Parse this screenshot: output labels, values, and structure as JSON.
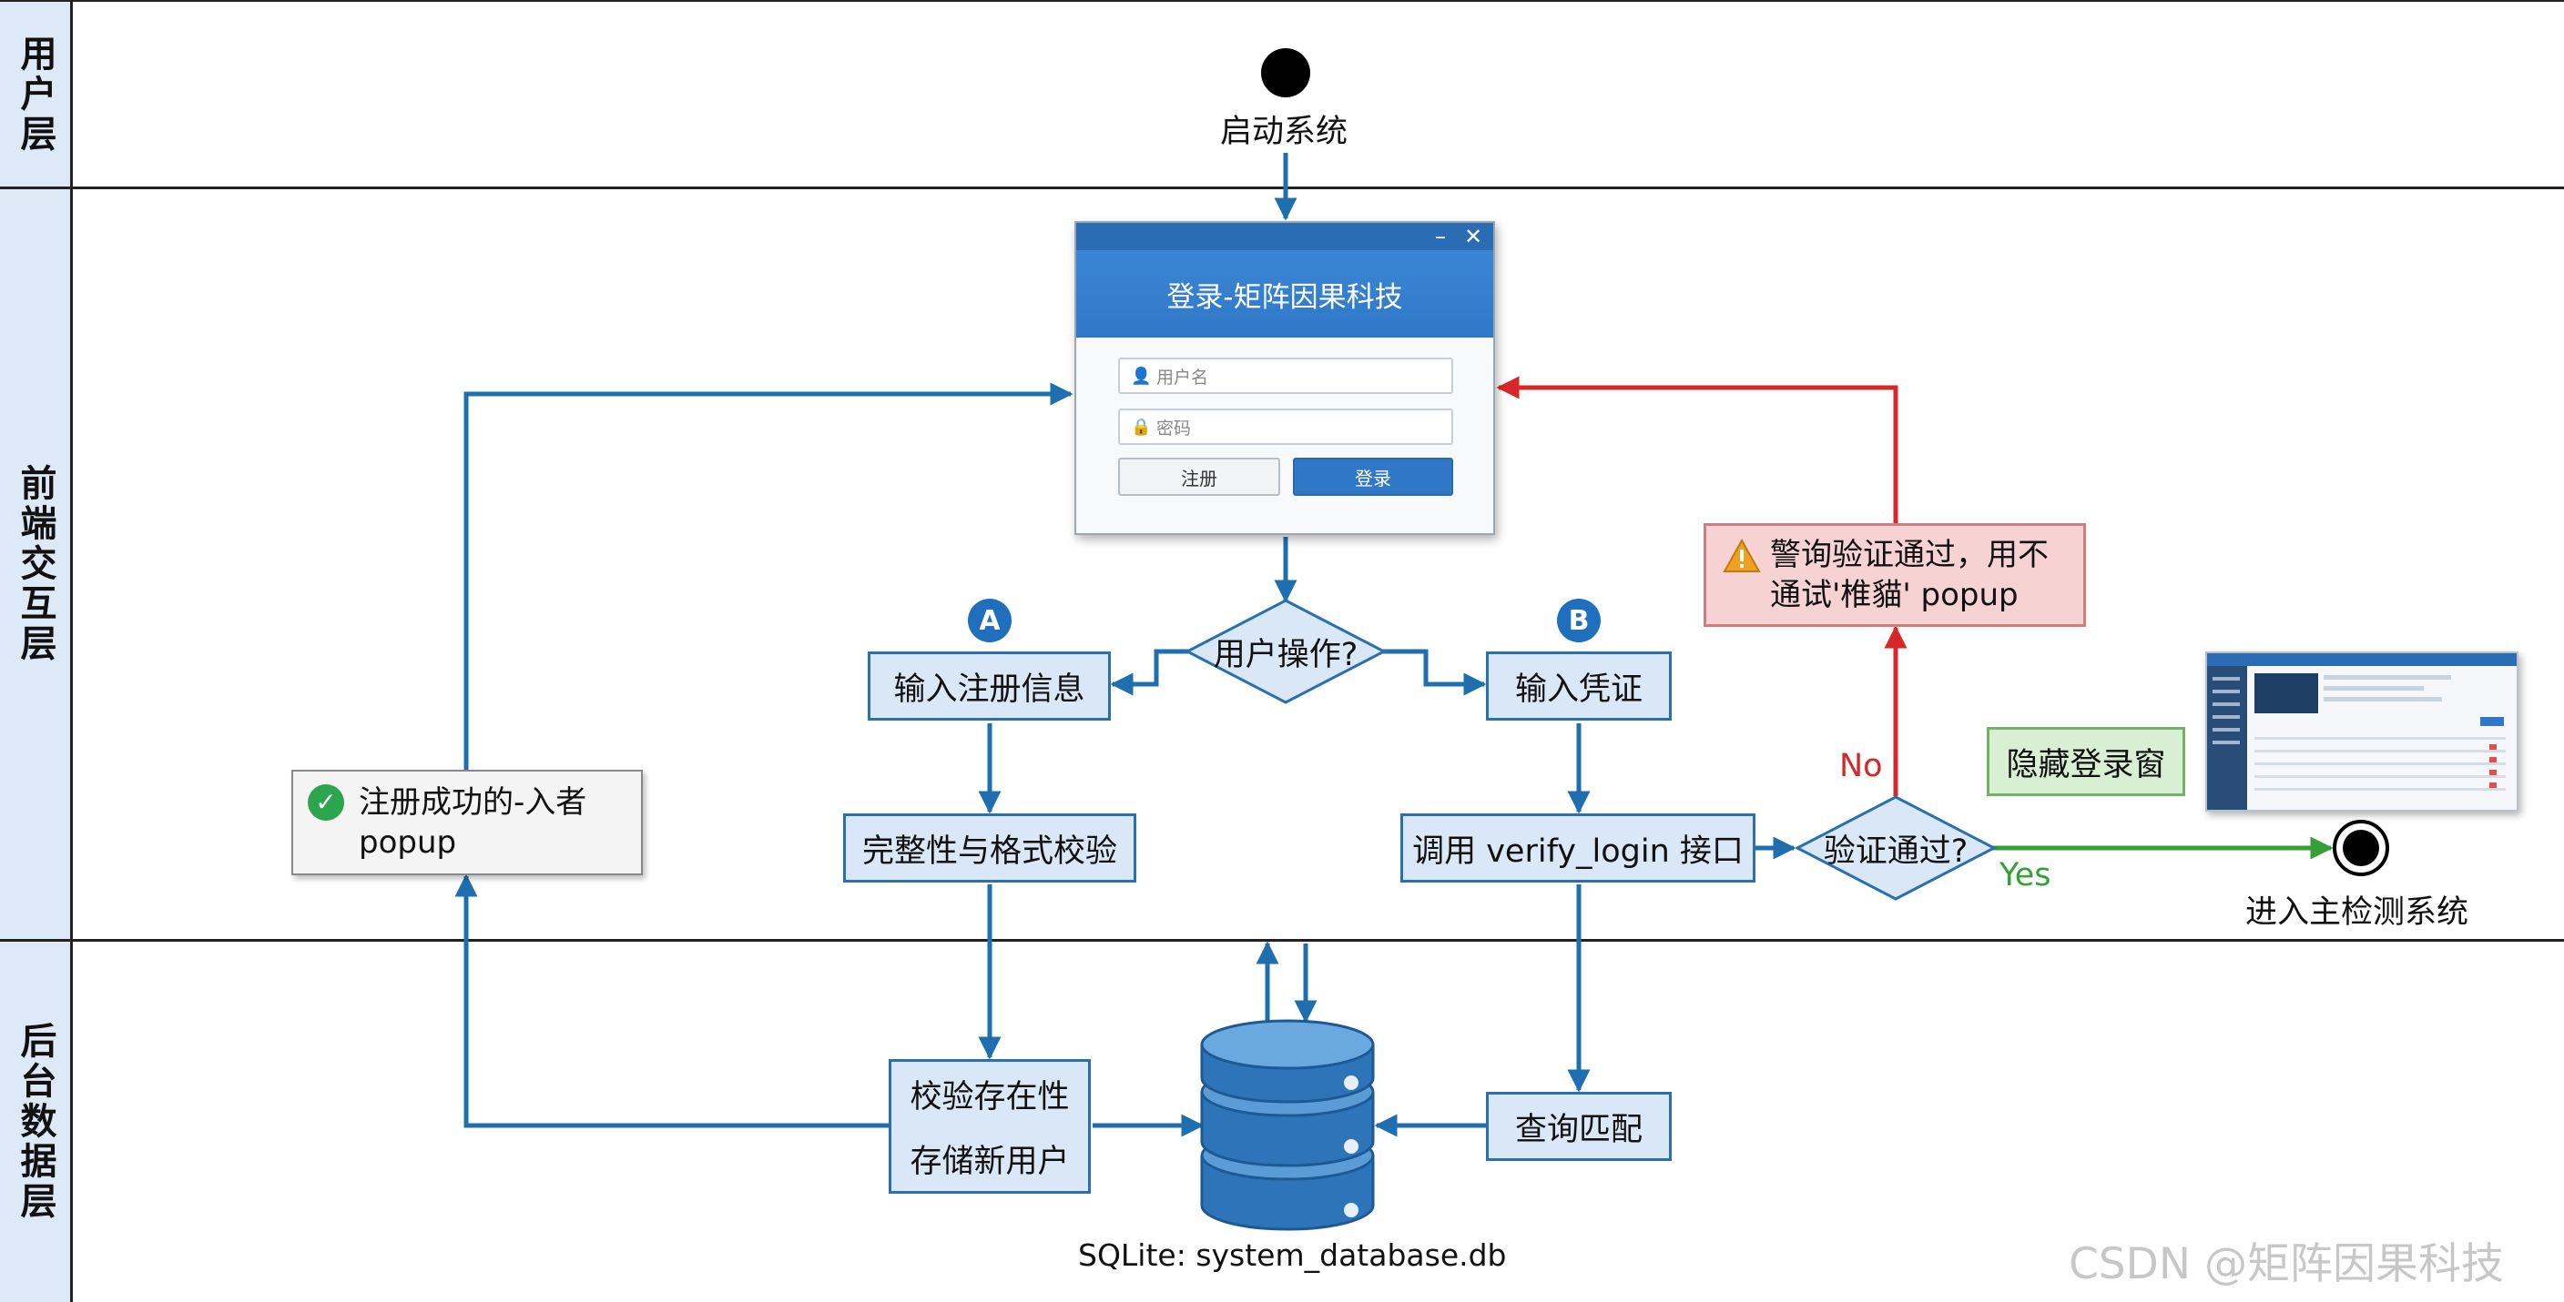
{
  "lanes": {
    "user": "用户层",
    "frontend": "前端交互层",
    "backend": "后台数据层"
  },
  "nodes": {
    "start": "启动系统",
    "user_action": "用户操作?",
    "input_register": "输入注册信息",
    "input_credentials": "输入凭证",
    "integrity_check": "完整性与格式校验",
    "call_api": "调用 verify_login 接口",
    "verify_pass": "验证通过?",
    "check_exists": "校验存在性",
    "store_user": "存储新用户",
    "query_match": "查询匹配",
    "database": "SQLite: system_database.db",
    "enter_main": "进入主检测系统",
    "hide_login": "隐藏登录窗"
  },
  "badges": {
    "a": "A",
    "b": "B"
  },
  "branches": {
    "no": "No",
    "yes": "Yes"
  },
  "popups": {
    "register_success": "注册成功的-入者 popup",
    "warning": "警询验证通过，用不通试'椎貓' popup"
  },
  "login_window": {
    "title": "登录-矩阵因果科技",
    "username_placeholder": "用户名",
    "password_placeholder": "密码",
    "register_button": "注册",
    "login_button": "登录",
    "minimize": "–",
    "close": "✕"
  },
  "watermark": "CSDN @矩阵因果科技",
  "colors": {
    "flow_blue": "#1f6fb0",
    "reject_red": "#d62828",
    "accept_green": "#35a035",
    "box_fill": "#d9e7f6",
    "lane_label_fill": "#dde9f7"
  }
}
